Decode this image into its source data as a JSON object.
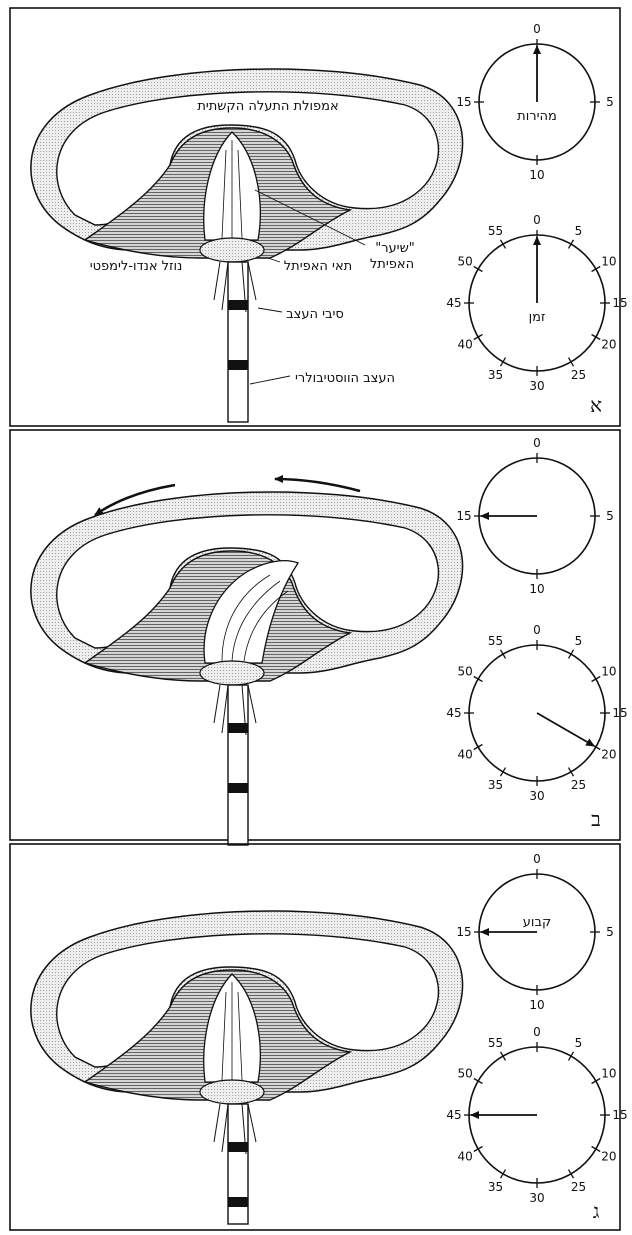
{
  "labels": {
    "ampulla": "אמפולת התעלה הקשתית",
    "endolymph": "נוזל אנדו-לימפטי",
    "hair_line1": "\"שיער\"",
    "hair_line2": "האפיתל",
    "epithelial_cells": "תאי האפיתל",
    "nerve_fibers": "סיבי העצב",
    "vestibular_nerve": "העצב הווסטיבולרי",
    "speed": "מהירות",
    "time": "זמן",
    "constant": "קבוע"
  },
  "speed_dial_ticks": [
    "0",
    "5",
    "10",
    "15"
  ],
  "time_dial_ticks": [
    "0",
    "5",
    "10",
    "15",
    "20",
    "25",
    "30",
    "35",
    "40",
    "45",
    "50",
    "55"
  ],
  "panels": [
    {
      "letter": "א",
      "speed_value": 0,
      "time_value": 0,
      "cupula": "upright",
      "flow_arrows": false,
      "speed_caption": "מהירות",
      "time_caption": "זמן"
    },
    {
      "letter": "ב",
      "speed_value": 15,
      "time_value": 20,
      "cupula": "bent",
      "flow_arrows": true,
      "speed_caption": "",
      "time_caption": ""
    },
    {
      "letter": "ג",
      "speed_value": 15,
      "time_value": 45,
      "cupula": "upright",
      "flow_arrows": false,
      "speed_caption": "קבוע",
      "time_caption": ""
    }
  ],
  "colors": {
    "ink": "#111111",
    "canal_fill": "#dcdcdc",
    "ampulla_fill": "#cfcfcf",
    "cupula_fill": "#ffffff"
  }
}
